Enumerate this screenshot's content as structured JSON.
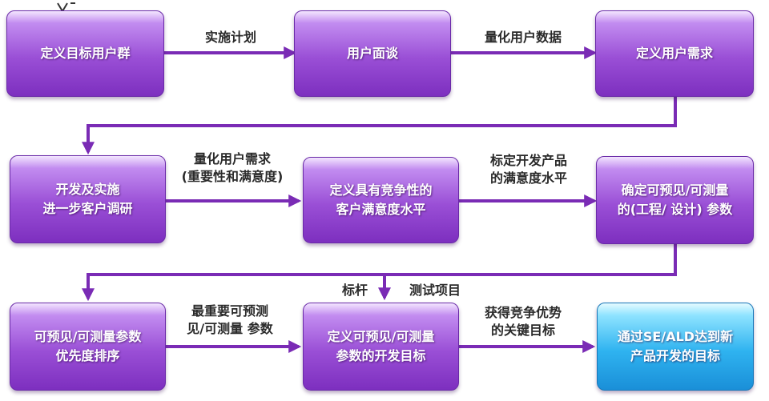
{
  "boxes": {
    "b1": "定义目标用户群",
    "b2": "用户面谈",
    "b3": "定义用户需求",
    "b4": "开发及实施\n进一步客户调研",
    "b5": "定义具有竞争性的\n客户满意度水平",
    "b6": "确定可预见/可测量\n的(工程/ 设计)  参数",
    "b7": "可预见/可测量参数\n优先度排序",
    "b8": "定义可预见/可测量\n参数的开发目标",
    "b9": "通过SE/ALD达到新\n产品开发的目标"
  },
  "labels": {
    "l1": "实施计划",
    "l2": "量化用户数据",
    "l3": "量化用户需求\n(重要性和满意度)",
    "l4": "标定开发产品\n的满意度水平",
    "l5": "最重要可预测\n见/可测量  参数",
    "l6": "标杆",
    "l7": "测试项目",
    "l8": "获得竞争优势\n的关键目标"
  },
  "colors": {
    "arrow": "#7a2bb5",
    "box_purple": "#9a4fd6",
    "box_blue": "#2fb3f0"
  }
}
